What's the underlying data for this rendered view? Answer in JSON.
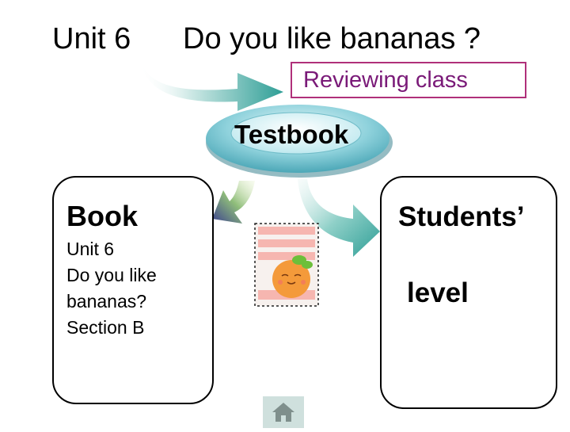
{
  "title": {
    "unit": "Unit 6",
    "question": "Do you like bananas ?"
  },
  "subtitle_box": {
    "text": "Reviewing  class"
  },
  "center_node": {
    "label": "Testbook"
  },
  "left_panel": {
    "heading": "Book",
    "lines": [
      "Unit 6",
      "Do you like",
      "bananas?",
      "Section B"
    ]
  },
  "right_panel": {
    "heading": "Students’",
    "subheading": "level"
  },
  "colors": {
    "accent_teal": "#2e9e96",
    "border_magenta": "#b0307a",
    "text_purple": "#7a1a78",
    "arrow_navy": "#3a3f8f",
    "home_bg": "#cfe0dd"
  },
  "icons": {
    "home": "home-icon",
    "sticker": "orange-sticker-icon"
  }
}
